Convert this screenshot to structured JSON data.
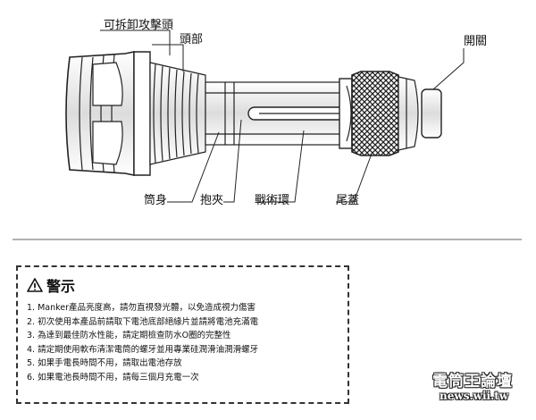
{
  "labels": {
    "detachable_strike_head": "可拆卸攻擊頭",
    "head": "頭部",
    "switch": "開關",
    "body_tube": "筒身",
    "clip": "抱夾",
    "tactical_ring": "戰術環",
    "tail_cap": "尾蓋"
  },
  "warning": {
    "title": "警示",
    "items": [
      "1. Manker產品亮度高，請勿直視發光體，以免造成視力傷害",
      "2. 初次使用本產品前請取下電池底部絕緣片並請將電池充滿電",
      "3. 為達到最佳防水性能，請定期檢查防水O圈的完整性",
      "4. 請定期使用軟布清潔電筒的螺牙並用專業硅潤滑油潤滑螺牙",
      "5. 如果手電長時間不用，請取出電池存放",
      "6. 如果電池長時間不用，請每三個月充電一次"
    ]
  },
  "watermark": {
    "title": "電筒王論壇",
    "url": "news.wii.tw"
  },
  "colors": {
    "line": "#222222",
    "text": "#111111",
    "background": "#ffffff"
  }
}
